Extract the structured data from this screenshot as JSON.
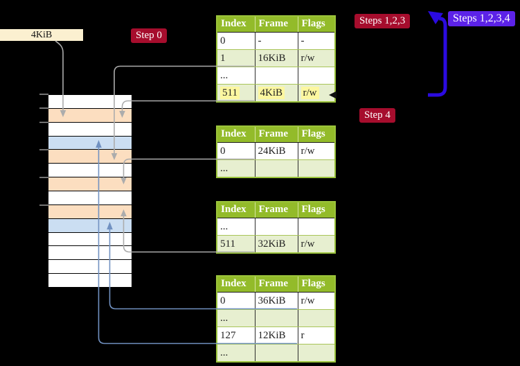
{
  "labels": {
    "frame_4kib": "4KiB",
    "step0": "Step 0",
    "steps123": "Steps 1,2,3",
    "steps1234": "Steps 1,2,3,4",
    "step4": "Step 4"
  },
  "tables": [
    {
      "name": "level-4-page-table",
      "headers": [
        "Index",
        "Frame",
        "Flags"
      ],
      "rows": [
        {
          "cells": [
            "0",
            "-",
            "-"
          ],
          "highlight": false
        },
        {
          "cells": [
            "1",
            "16KiB",
            "r/w"
          ],
          "highlight": false
        },
        {
          "cells": [
            "...",
            "",
            ""
          ],
          "highlight": false
        },
        {
          "cells": [
            "511",
            "4KiB",
            "r/w"
          ],
          "highlight": true
        }
      ]
    },
    {
      "name": "level-3-page-table",
      "headers": [
        "Index",
        "Frame",
        "Flags"
      ],
      "rows": [
        {
          "cells": [
            "0",
            "24KiB",
            "r/w"
          ],
          "highlight": false
        },
        {
          "cells": [
            "...",
            "",
            ""
          ],
          "highlight": false
        }
      ]
    },
    {
      "name": "level-2-page-table",
      "headers": [
        "Index",
        "Frame",
        "Flags"
      ],
      "rows": [
        {
          "cells": [
            "...",
            "",
            ""
          ],
          "highlight": false
        },
        {
          "cells": [
            "511",
            "32KiB",
            "r/w"
          ],
          "highlight": false
        }
      ]
    },
    {
      "name": "level-1-page-table",
      "headers": [
        "Index",
        "Frame",
        "Flags"
      ],
      "rows": [
        {
          "cells": [
            "0",
            "36KiB",
            "r/w"
          ],
          "highlight": false
        },
        {
          "cells": [
            "...",
            "",
            ""
          ],
          "highlight": false
        },
        {
          "cells": [
            "127",
            "12KiB",
            "r"
          ],
          "highlight": false
        },
        {
          "cells": [
            "...",
            "",
            ""
          ],
          "highlight": false
        }
      ]
    }
  ],
  "stack": {
    "rows": [
      "white",
      "peach",
      "white",
      "blue",
      "peach",
      "white",
      "peach",
      "white",
      "peach",
      "blue",
      "white",
      "white",
      "white",
      "white"
    ]
  },
  "colors": {
    "background": "#000000",
    "table_header_green": "#93BB2A",
    "table_border_green": "#9CC43C",
    "row_alt_green": "#E7EFD0",
    "highlight_yellow": "#FCF7A0",
    "frame_label_beige": "#FBF0D0",
    "badge_red": "#A60D2D",
    "badge_purple": "#5C22E8",
    "arrow_gray": "#ACACAC",
    "arrow_steel_blue": "#7191C1",
    "arrow_thick_blue": "#2B0BE0",
    "stack_peach": "#FCDEC0",
    "stack_blue": "#CBDEF2",
    "stack_white": "#FFFFFF"
  }
}
